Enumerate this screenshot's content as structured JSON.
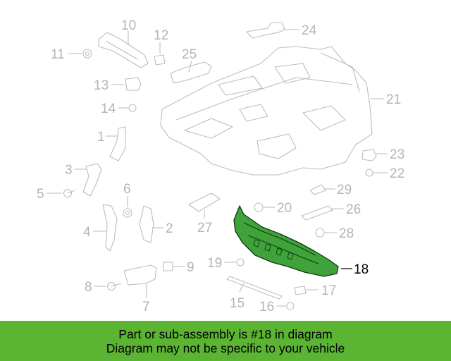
{
  "callouts": {
    "c1": "1",
    "c2": "2",
    "c3": "3",
    "c4": "4",
    "c5": "5",
    "c6": "6",
    "c7": "7",
    "c8": "8",
    "c9": "9",
    "c10": "10",
    "c11": "11",
    "c12": "12",
    "c13": "13",
    "c14": "14",
    "c15": "15",
    "c16": "16",
    "c17": "17",
    "c18": "18",
    "c19": "19",
    "c20": "20",
    "c21": "21",
    "c22": "22",
    "c23": "23",
    "c24": "24",
    "c25": "25",
    "c26": "26",
    "c27": "27",
    "c28": "28",
    "c29": "29"
  },
  "highlighted_part": "18",
  "colors": {
    "highlight": "#3fa23a",
    "banner": "#5bb432",
    "line_art": "#bdbdbd"
  },
  "banner": {
    "line1": "Part or sub-assembly is #18 in diagram",
    "line2": "Diagram may not be specific to your vehicle"
  }
}
